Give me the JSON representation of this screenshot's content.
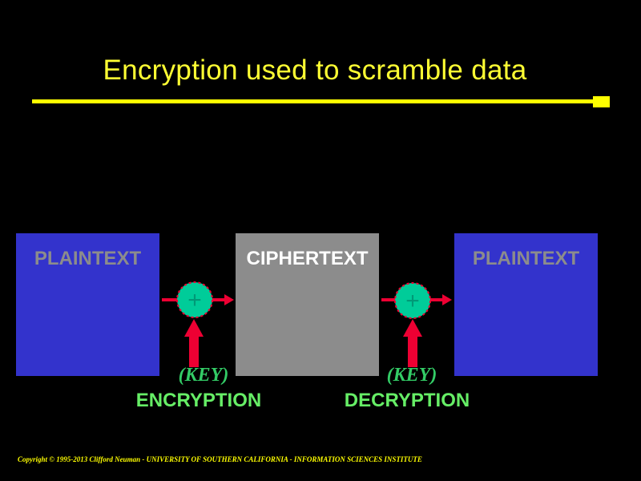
{
  "slide": {
    "title": "Encryption used to scramble data",
    "footer": "Copyright © 1995-2013 Clifford Neuman - UNIVERSITY OF SOUTHERN CALIFORNIA - INFORMATION SCIENCES INSTITUTE"
  },
  "diagram": {
    "boxes": {
      "left": "PLAINTEXT",
      "middle": "CIPHERTEXT",
      "right": "PLAINTEXT"
    },
    "key_labels": {
      "left": "(KEY)",
      "right": "(KEY)"
    },
    "operations": {
      "left": "ENCRYPTION",
      "right": "DECRYPTION"
    },
    "operator_symbol": "+"
  },
  "colors": {
    "background": "#000000",
    "title": "#ffff33",
    "rule": "#ffff00",
    "plaintext_box": "#3333cc",
    "ciphertext_box": "#8c8c8c",
    "arrow": "#ee0033",
    "operator_circle": "#00cc99",
    "label_green": "#66ee66"
  }
}
